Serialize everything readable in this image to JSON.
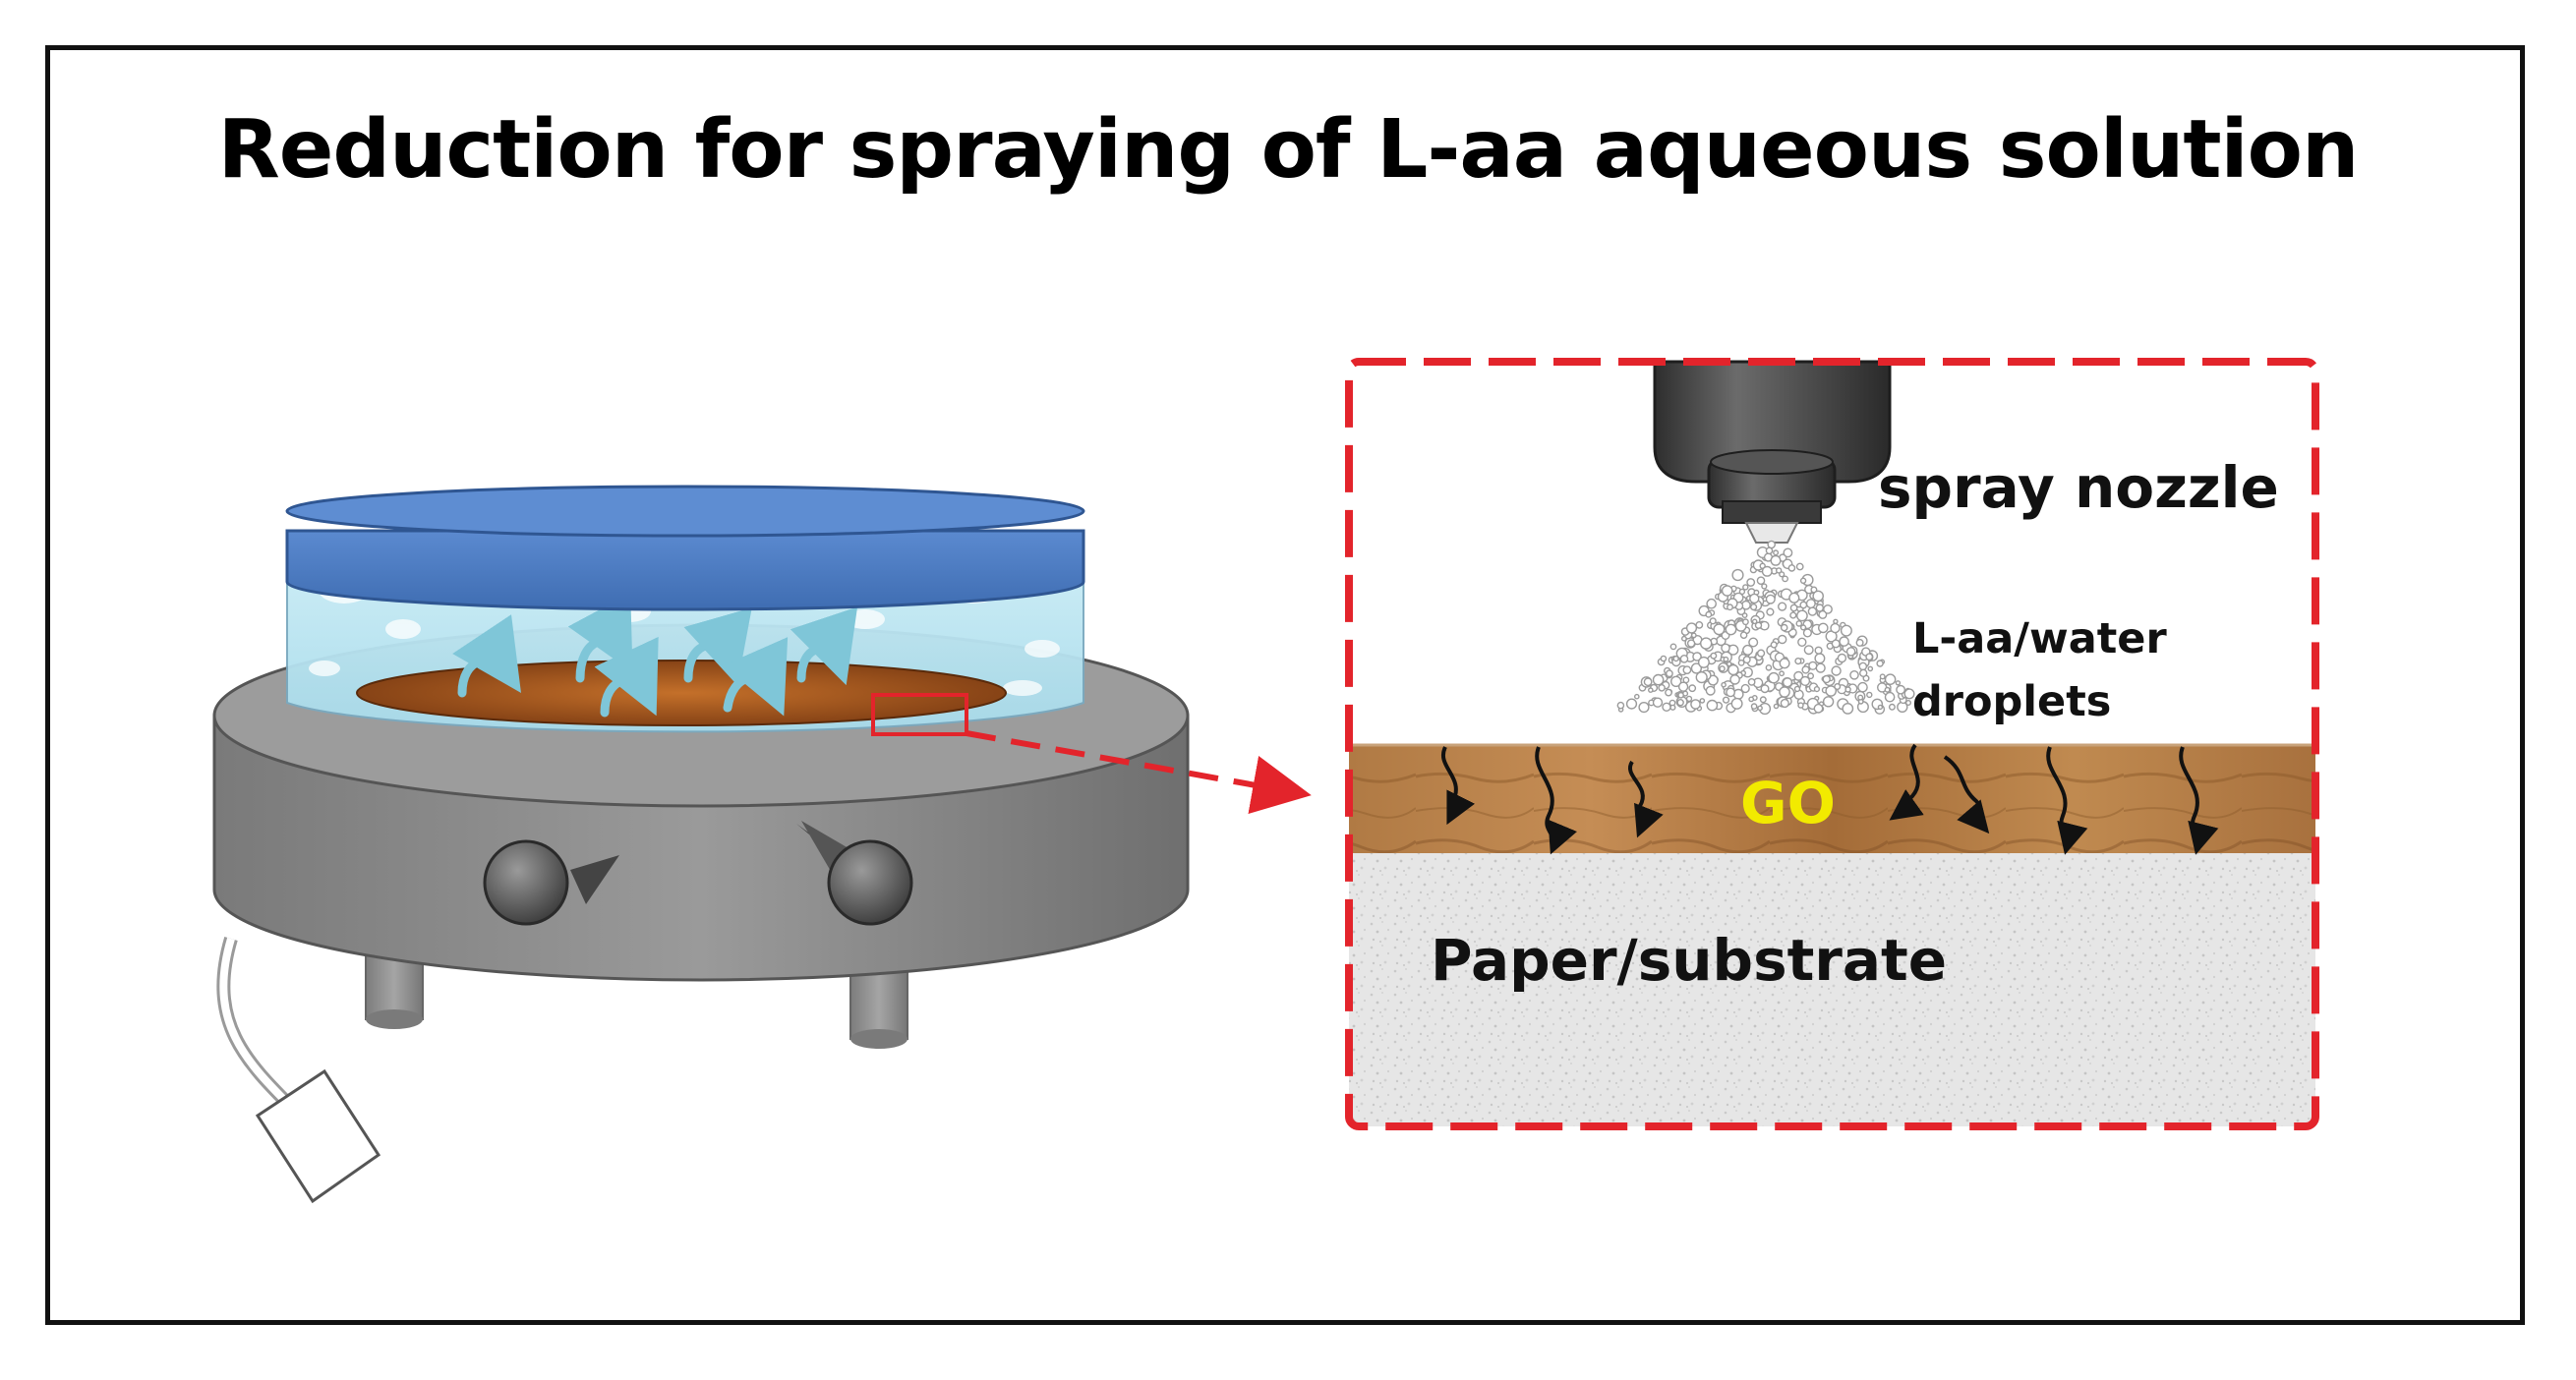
{
  "title": "Reduction for spraying of L-aa aqueous solution",
  "labels": {
    "spray_nozzle": "spray nozzle",
    "droplets": "L-aa/water droplets",
    "go": "GO",
    "paper": "Paper/substrate"
  },
  "colors": {
    "dish_lid": "#4f7fc4",
    "hotplate": "#8a8a8a",
    "go_layer": "#a0713d",
    "callout_dash": "#e3242b",
    "go_label": "#f2ea00"
  },
  "icons": [
    "hotplate",
    "petri-dish",
    "spray-nozzle",
    "water-arrow"
  ]
}
